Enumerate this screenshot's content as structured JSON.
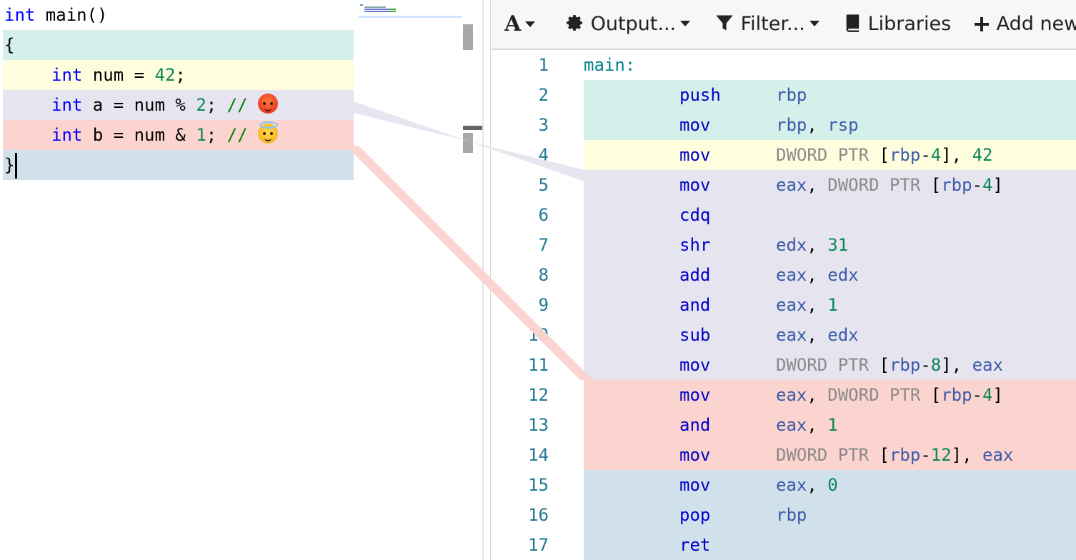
{
  "source": {
    "lines": [
      {
        "kw": "int",
        "rest": " main()"
      },
      {
        "text": "{"
      },
      {
        "kw": "int",
        "rest": " num = ",
        "num": "42",
        "tail": ";"
      },
      {
        "kw": "int",
        "rest": " a = num % ",
        "num": "2",
        "tail": "; ",
        "comment": "//",
        "emoji": "angry-face"
      },
      {
        "kw": "int",
        "rest": " b = num & ",
        "num": "1",
        "tail": "; ",
        "comment": "//",
        "emoji": "angel-face"
      },
      {
        "text": "}"
      }
    ],
    "colors": {
      "block_open": "#d5efeb",
      "line_num": "#fefede",
      "line_a": "#e5e4ef",
      "line_b": "#fbd3cf",
      "block_close": "#d0e1ec"
    }
  },
  "toolbar": {
    "font_label": "A",
    "output_label": "Output...",
    "filter_label": "Filter...",
    "libraries_label": "Libraries",
    "add_new_label": "Add new"
  },
  "assembly": {
    "lines": [
      {
        "n": "1",
        "label": "main:"
      },
      {
        "n": "2",
        "op": "push",
        "args": [
          [
            "r",
            "rbp"
          ]
        ],
        "color": "#d5efeb"
      },
      {
        "n": "3",
        "op": "mov",
        "args": [
          [
            "r",
            "rbp"
          ],
          [
            "bk",
            ", "
          ],
          [
            "r",
            "rsp"
          ]
        ],
        "color": "#d5efeb"
      },
      {
        "n": "4",
        "op": "mov",
        "args": [
          [
            "p",
            "DWORD PTR "
          ],
          [
            "bk",
            "["
          ],
          [
            "r",
            "rbp"
          ],
          [
            "bk",
            "-"
          ],
          [
            "num",
            "4"
          ],
          [
            "bk",
            "], "
          ],
          [
            "num",
            "42"
          ]
        ],
        "color": "#fefede"
      },
      {
        "n": "5",
        "op": "mov",
        "args": [
          [
            "r",
            "eax"
          ],
          [
            "bk",
            ", "
          ],
          [
            "p",
            "DWORD PTR "
          ],
          [
            "bk",
            "["
          ],
          [
            "r",
            "rbp"
          ],
          [
            "bk",
            "-"
          ],
          [
            "num",
            "4"
          ],
          [
            "bk",
            "]"
          ]
        ],
        "color": "#e5e4ef"
      },
      {
        "n": "6",
        "op": "cdq",
        "args": [],
        "color": "#e5e4ef"
      },
      {
        "n": "7",
        "op": "shr",
        "args": [
          [
            "r",
            "edx"
          ],
          [
            "bk",
            ", "
          ],
          [
            "num",
            "31"
          ]
        ],
        "color": "#e5e4ef"
      },
      {
        "n": "8",
        "op": "add",
        "args": [
          [
            "r",
            "eax"
          ],
          [
            "bk",
            ", "
          ],
          [
            "r",
            "edx"
          ]
        ],
        "color": "#e5e4ef"
      },
      {
        "n": "9",
        "op": "and",
        "args": [
          [
            "r",
            "eax"
          ],
          [
            "bk",
            ", "
          ],
          [
            "num",
            "1"
          ]
        ],
        "color": "#e5e4ef"
      },
      {
        "n": "10",
        "op": "sub",
        "args": [
          [
            "r",
            "eax"
          ],
          [
            "bk",
            ", "
          ],
          [
            "r",
            "edx"
          ]
        ],
        "color": "#e5e4ef"
      },
      {
        "n": "11",
        "op": "mov",
        "args": [
          [
            "p",
            "DWORD PTR "
          ],
          [
            "bk",
            "["
          ],
          [
            "r",
            "rbp"
          ],
          [
            "bk",
            "-"
          ],
          [
            "num",
            "8"
          ],
          [
            "bk",
            "], "
          ],
          [
            "r",
            "eax"
          ]
        ],
        "color": "#e5e4ef"
      },
      {
        "n": "12",
        "op": "mov",
        "args": [
          [
            "r",
            "eax"
          ],
          [
            "bk",
            ", "
          ],
          [
            "p",
            "DWORD PTR "
          ],
          [
            "bk",
            "["
          ],
          [
            "r",
            "rbp"
          ],
          [
            "bk",
            "-"
          ],
          [
            "num",
            "4"
          ],
          [
            "bk",
            "]"
          ]
        ],
        "color": "#fbd3cf"
      },
      {
        "n": "13",
        "op": "and",
        "args": [
          [
            "r",
            "eax"
          ],
          [
            "bk",
            ", "
          ],
          [
            "num",
            "1"
          ]
        ],
        "color": "#fbd3cf"
      },
      {
        "n": "14",
        "op": "mov",
        "args": [
          [
            "p",
            "DWORD PTR "
          ],
          [
            "bk",
            "["
          ],
          [
            "r",
            "rbp"
          ],
          [
            "bk",
            "-"
          ],
          [
            "num",
            "12"
          ],
          [
            "bk",
            "], "
          ],
          [
            "r",
            "eax"
          ]
        ],
        "color": "#fbd3cf"
      },
      {
        "n": "15",
        "op": "mov",
        "args": [
          [
            "r",
            "eax"
          ],
          [
            "bk",
            ", "
          ],
          [
            "num",
            "0"
          ]
        ],
        "color": "#d0e1ec"
      },
      {
        "n": "16",
        "op": "pop",
        "args": [
          [
            "r",
            "rbp"
          ]
        ],
        "color": "#d0e1ec"
      },
      {
        "n": "17",
        "op": "ret",
        "args": [],
        "color": "#d0e1ec"
      }
    ]
  }
}
